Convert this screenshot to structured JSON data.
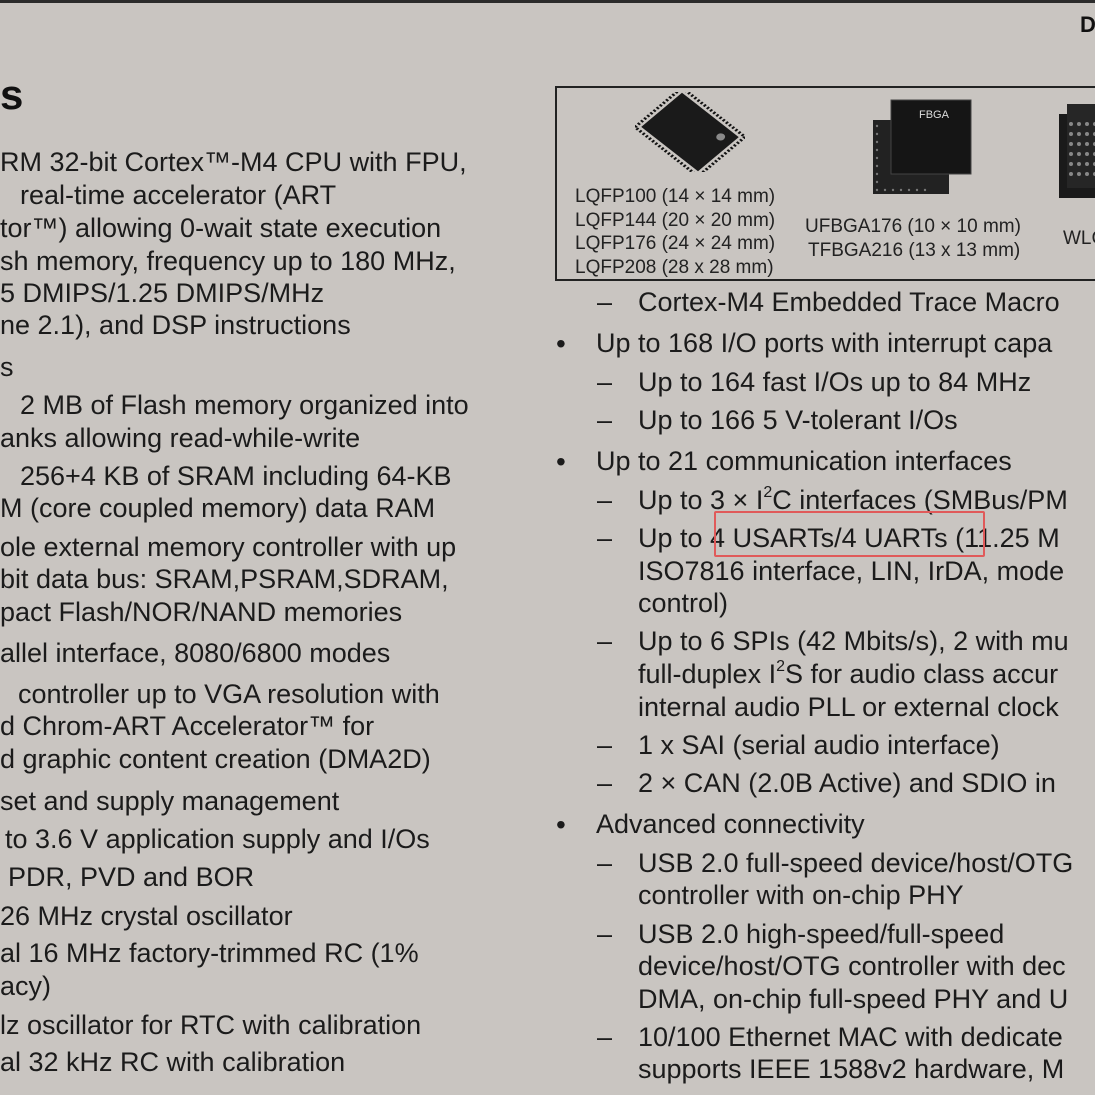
{
  "header": {
    "corner_letter": "D"
  },
  "section_heading": "s",
  "left_column": [
    "RM 32-bit Cortex™-M4 CPU with FPU,",
    "real-time accelerator (ART",
    "tor™) allowing 0-wait state execution",
    "sh memory, frequency up to 180 MHz,",
    "5 DMIPS/1.25 DMIPS/MHz",
    "ne 2.1), and DSP instructions",
    "s",
    "2 MB of Flash memory organized into",
    "anks allowing read-while-write",
    "256+4 KB of SRAM including 64-KB",
    "M (core coupled memory) data RAM",
    "ole external memory controller with up",
    "bit data bus: SRAM,PSRAM,SDRAM,",
    "pact Flash/NOR/NAND memories",
    "allel interface, 8080/6800 modes",
    "controller up to VGA resolution with",
    "d Chrom-ART Accelerator™ for",
    "d graphic content creation (DMA2D)",
    "set and supply management",
    "to 3.6 V application supply and I/Os",
    "PDR, PVD and BOR",
    "26 MHz crystal oscillator",
    "al 16 MHz factory-trimmed RC (1%",
    "acy)",
    "lz oscillator for RTC with calibration",
    "al 32 kHz RC with calibration"
  ],
  "packages": {
    "lqfp": [
      "LQFP100 (14 × 14 mm)",
      "LQFP144 (20 × 20 mm)",
      "LQFP176 (24 × 24 mm)",
      "LQFP208 (28 x 28 mm)"
    ],
    "bga": [
      "UFBGA176 (10 × 10 mm)",
      "TFBGA216 (13 x 13 mm)"
    ],
    "bga_chip_text": "FBGA",
    "wlcsp": "WLC"
  },
  "right_column": {
    "etm": "Cortex-M4 Embedded Trace Macro",
    "io_title": "Up to 168 I/O ports with interrupt capa",
    "io_1": "Up to 164 fast I/Os up to 84 MHz",
    "io_2": "Up to 166 5 V-tolerant I/Os",
    "comm_title": "Up to 21 communication interfaces",
    "i2c_a": "Up to 3 × I",
    "i2c_sup": "2",
    "i2c_b": "C interfaces (SMBus/PM",
    "usart_pre": "Up to ",
    "usart_hl": "4 USARTs/4 UARTs",
    "usart_post": " (11.25 M",
    "usart_2": "ISO7816 interface, LIN, IrDA, mode",
    "usart_3": "control)",
    "spi_1": "Up to 6 SPIs (42 Mbits/s), 2 with mu",
    "spi_2a": "full-duplex I",
    "spi_2sup": "2",
    "spi_2b": "S for audio class accur",
    "spi_3": "internal audio PLL or external clock",
    "sai": "1 x SAI (serial audio interface)",
    "can": "2 × CAN (2.0B Active) and SDIO in",
    "adv_title": "Advanced connectivity",
    "usb_fs_1": "USB 2.0 full-speed device/host/OTG",
    "usb_fs_2": "controller with on-chip PHY",
    "usb_hs_1": "USB 2.0 high-speed/full-speed",
    "usb_hs_2": "device/host/OTG controller with dec",
    "usb_hs_3": "DMA, on-chip full-speed PHY and U",
    "eth_1": "10/100 Ethernet MAC with dedicate",
    "eth_2": "supports IEEE 1588v2 hardware, M"
  },
  "symbols": {
    "bullet": "•",
    "dash": "–"
  },
  "highlight_color": "#e05a5a"
}
